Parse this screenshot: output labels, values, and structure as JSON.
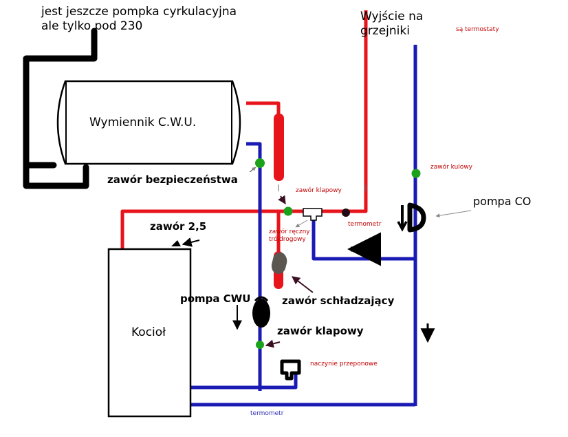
{
  "colors": {
    "hot_pipe": "#e8141c",
    "cold_pipe": "#1a1ab4",
    "black_pipe": "#000000",
    "valve": "#1aa31a",
    "device_gray": "#5c5650",
    "small_label_red": "#c00000",
    "small_label_blue": "#2b2bb0"
  },
  "labels": {
    "pump_note_line1": "jest jeszcze pompka cyrkulacyjna",
    "pump_note_line2": "ale tylko pod 230",
    "radiators_out_line1": "Wyjście na",
    "radiators_out_line2": "grzejniki",
    "thermostats": "są termostaty",
    "exchanger": "Wymiennik C.W.U.",
    "safety_valve": "zawór bezpieczeństwa",
    "flap_valve_small": "zawór klapowy",
    "ball_valve": "zawór kulowy",
    "pump_co": "pompa CO",
    "valve_2_5": "zawór 2,5",
    "manual_valve_line1": "zawór ręczny",
    "manual_valve_line2": "trójdrogowy",
    "thermometer_top": "termometr",
    "cooling_valve": "zawór schładzający",
    "pump_cwu": "pompa CWU",
    "flap_valve_big": "zawór klapowy",
    "expansion_vessel": "naczynie przeponowe",
    "boiler": "Kocioł",
    "thermometer_bottom": "termometr"
  },
  "icons": {
    "pump_co_symbol": "pump-co-icon",
    "pump_cwu_symbol": "pump-cwu-icon",
    "three_way_valve_symbol": "three-way-valve-icon",
    "expansion_vessel_symbol": "expansion-vessel-icon",
    "cooling_valve_symbol": "cooling-valve-icon"
  }
}
